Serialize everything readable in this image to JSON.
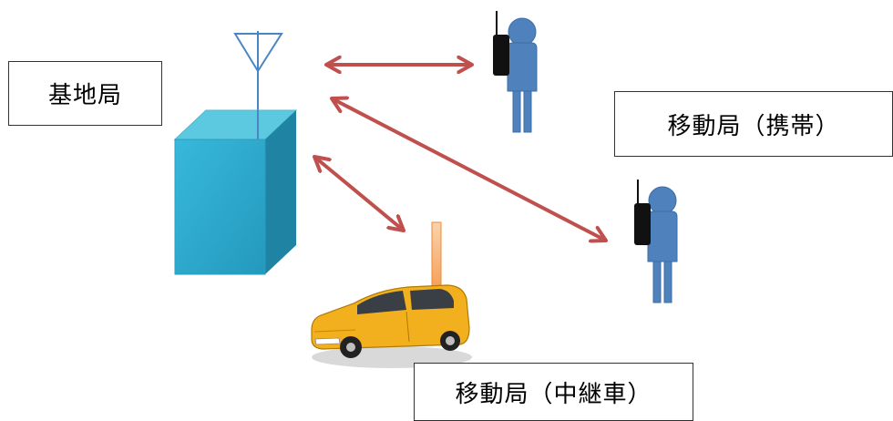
{
  "labels": {
    "base_station": "基地局",
    "mobile_handheld": "移動局（携帯）",
    "mobile_relay_vehicle": "移動局（中継車）"
  },
  "colors": {
    "arrow": "#c0504d",
    "building_front": "#2ca9cf",
    "building_top": "#5cc9e0",
    "building_side": "#1f84a3",
    "antenna": "#4a86c5",
    "person": "#4f81bd",
    "radio": "#111111",
    "car": "#f2b01e",
    "relay_mast": "#f5a35c"
  },
  "icons": [
    "antenna-icon",
    "building-icon",
    "person-icon",
    "radio-icon",
    "car-icon",
    "mast-icon",
    "arrow-icon"
  ]
}
